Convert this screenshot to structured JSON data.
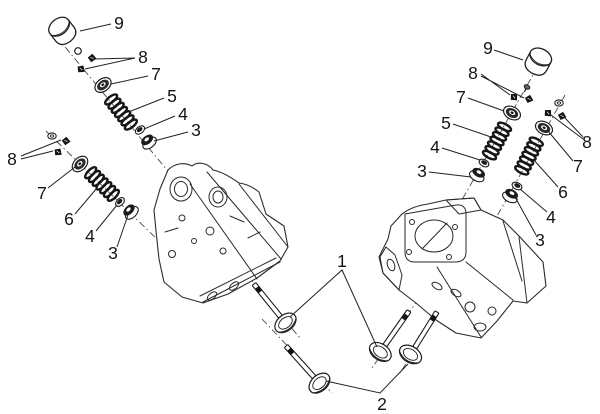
{
  "figure": {
    "kind": "exploded-parts-line-drawing",
    "subject": "cylinder-head-valve-gear",
    "heads": [
      "left-cylinder-head",
      "right-cylinder-head"
    ]
  },
  "palette": {
    "paper": "#ffffff",
    "ink": "#1f1f1f",
    "fill_dark": "#1b1b1b"
  },
  "callouts": {
    "valves_1": "1",
    "valves_2": "2",
    "left_main_9": "9",
    "left_main_8": "8",
    "left_main_7": "7",
    "left_main_5": "5",
    "left_main_4": "4",
    "left_main_3": "3",
    "left_sub_8": "8",
    "left_sub_7": "7",
    "left_sub_6": "6",
    "left_sub_4": "4",
    "left_sub_3": "3",
    "right_main_9": "9",
    "right_main_8": "8",
    "right_main_7": "7",
    "right_main_5": "5",
    "right_main_4": "4",
    "right_main_3": "3",
    "right_sub_8": "8",
    "right_sub_7": "7",
    "right_sub_6": "6",
    "right_sub_4": "4",
    "right_sub_3": "3"
  }
}
